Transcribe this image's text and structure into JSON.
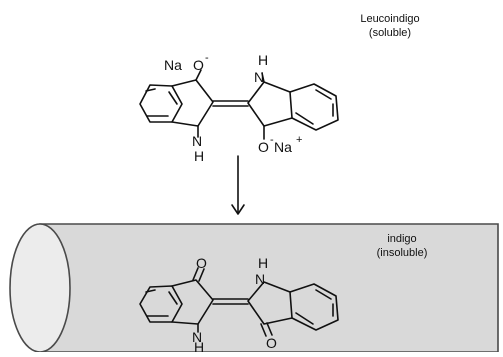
{
  "colors": {
    "ink": "#111111",
    "cylinder_body": "#d9d9d9",
    "cylinder_end": "#ececec",
    "cylinder_stroke": "#4a4a4a"
  },
  "top_molecule": {
    "name": "Leucoindigo",
    "note": "(soluble)",
    "atoms": {
      "na_top_left": "Na",
      "o_top": "O",
      "o_top_minus": "-",
      "h_top_right": "H",
      "n_top_right": "N",
      "n_bottom_left": "N",
      "h_bottom_left": "H",
      "o_bottom": "O",
      "o_bottom_minus": "-",
      "na_bottom": "Na",
      "na_bottom_plus": "+"
    }
  },
  "bottom_molecule": {
    "name": "indigo",
    "note": "(insoluble)",
    "atoms": {
      "o_top_left": "O",
      "h_top_right": "H",
      "n_top_right": "N",
      "n_bottom_left": "N",
      "h_bottom_left": "H",
      "o_bottom_right": "O"
    }
  }
}
